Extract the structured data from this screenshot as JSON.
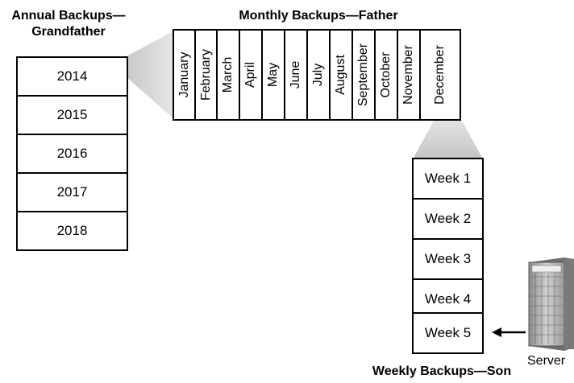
{
  "annual": {
    "title_line1": "Annual Backups—",
    "title_line2": "Grandfather",
    "years": [
      "2014",
      "2015",
      "2016",
      "2017",
      "2018"
    ]
  },
  "monthly": {
    "title": "Monthly Backups—Father",
    "months": [
      "January",
      "February",
      "March",
      "April",
      "May",
      "June",
      "July",
      "August",
      "September",
      "October",
      "November",
      "December"
    ]
  },
  "weekly": {
    "title": "Weekly Backups—Son",
    "weeks": [
      "Week 1",
      "Week 2",
      "Week 3",
      "Week 4",
      "Week 5"
    ]
  },
  "server": {
    "label": "Server",
    "icon": "server-rack-icon"
  }
}
